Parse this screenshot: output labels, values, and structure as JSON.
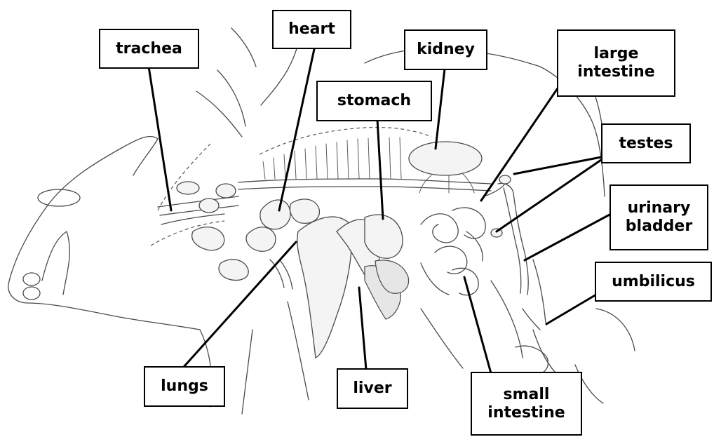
{
  "labels": {
    "trachea": "trachea",
    "heart": "heart",
    "kidney": "kidney",
    "large_intestine": "large\nintestine",
    "stomach": "stomach",
    "testes": "testes",
    "urinary_bladder": "urinary\nbladder",
    "umbilicus": "umbilicus",
    "lungs": "lungs",
    "liver": "liver",
    "small_intestine": "small\nintestine"
  },
  "colors": {
    "label_border": "#000000",
    "leader_line": "#000000",
    "sketch_line": "#4a4a4a",
    "background": "#ffffff"
  }
}
